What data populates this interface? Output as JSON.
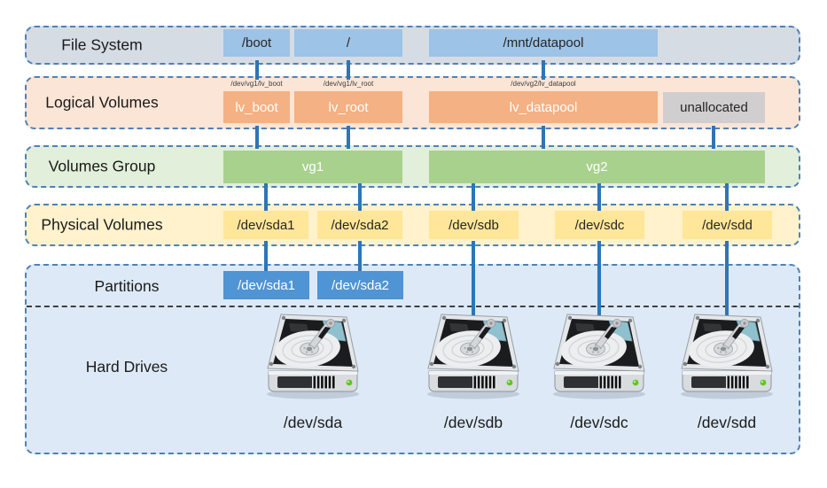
{
  "layers": {
    "file_system": {
      "label": "File System",
      "items": [
        "/boot",
        "/",
        "/mnt/datapool"
      ]
    },
    "logical_volumes": {
      "label": "Logical Volumes",
      "device_paths": [
        "/dev/vg1/lv_boot",
        "/dev/vg1/lv_root",
        "/dev/vg2/lv_datapool"
      ],
      "items": [
        "lv_boot",
        "lv_root",
        "lv_datapool"
      ],
      "unallocated_label": "unallocated"
    },
    "volumes_group": {
      "label": "Volumes Group",
      "items": [
        "vg1",
        "vg2"
      ]
    },
    "physical_volumes": {
      "label": "Physical Volumes",
      "items": [
        "/dev/sda1",
        "/dev/sda2",
        "/dev/sdb",
        "/dev/sdc",
        "/dev/sdd"
      ]
    },
    "partitions": {
      "label": "Partitions",
      "items": [
        "/dev/sda1",
        "/dev/sda2"
      ]
    },
    "hard_drives": {
      "label": "Hard Drives",
      "icon": "hard-drive-icon",
      "items": [
        "/dev/sda",
        "/dev/sdb",
        "/dev/sdc",
        "/dev/sdd"
      ]
    }
  },
  "colors": {
    "file_system_row": "#d6dce4",
    "file_system_box": "#9dc3e6",
    "logical_volumes_row": "#fbe5d6",
    "logical_volume_box": "#f4b183",
    "unallocated_box": "#d0cece",
    "volumes_group_row": "#e2efda",
    "volume_group_box": "#a9d18e",
    "physical_volumes_row": "#fff2cc",
    "physical_volume_box": "#ffe699",
    "partitions_row": "#dde9f6",
    "partition_box": "#4f94d4",
    "connector_line": "#2e75b6",
    "dashed_border": "#4d82b8"
  }
}
